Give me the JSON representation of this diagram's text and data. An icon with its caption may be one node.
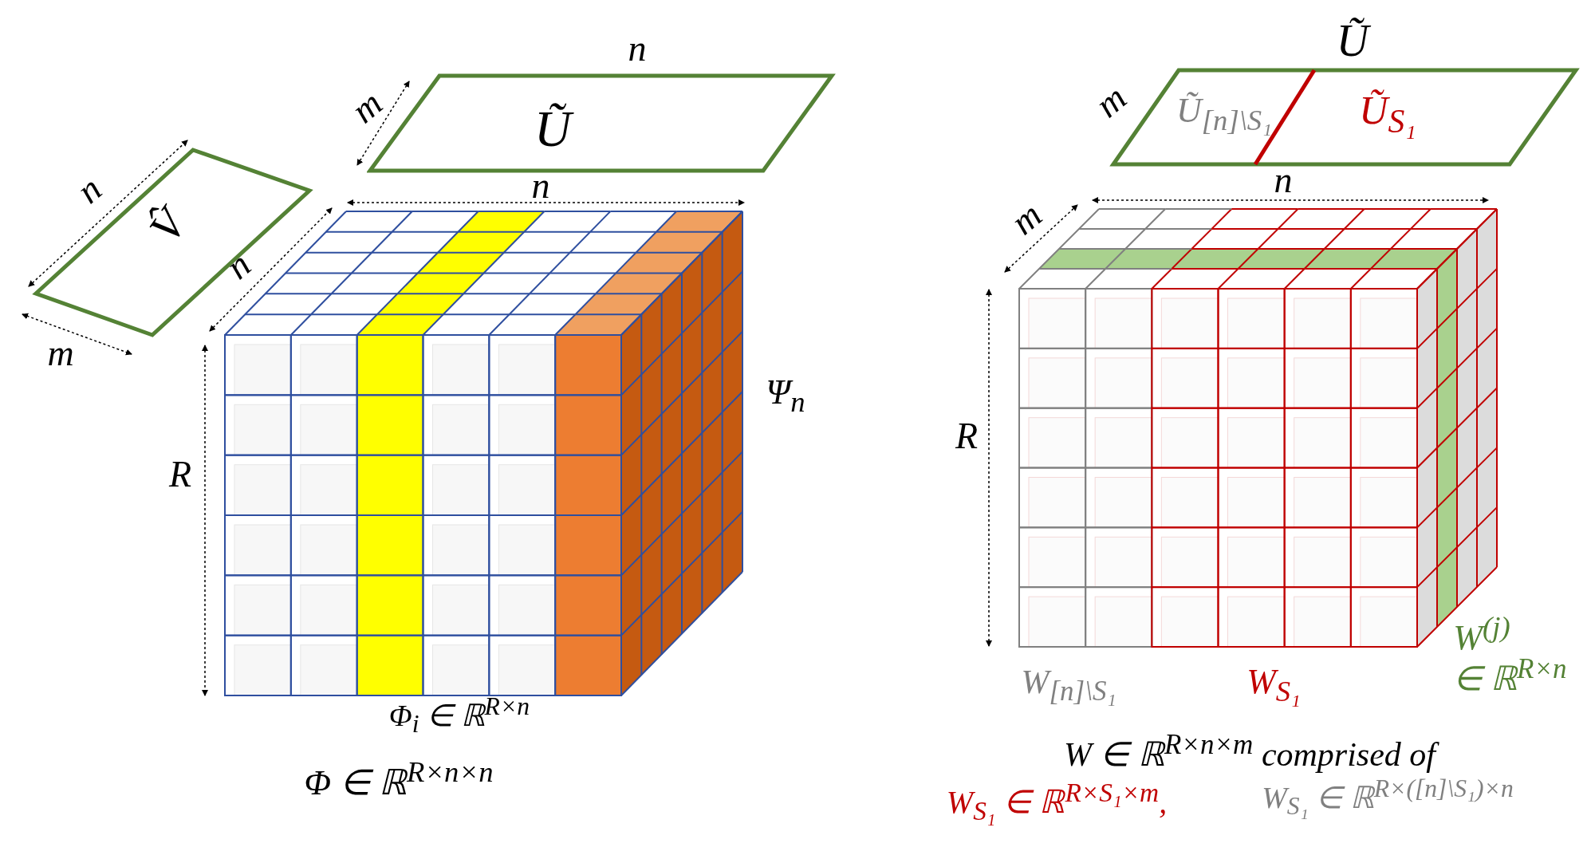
{
  "diagram": {
    "nodes": [
      {
        "text": [
          "V̂"
        ]
      },
      {
        "text": [
          "Ũ"
        ]
      },
      {
        "text": [
          "Ũ"
        ]
      },
      {
        "text": [
          "Ũ$_{[n]\\S₁}$"
        ],
        "in": 2
      },
      {
        "text": [
          "Ũ$_{S₁}$"
        ],
        "in": 2
      }
    ],
    "labels": [
      "n",
      "m",
      "n",
      "n",
      "n",
      "m",
      "Ψ$_{n}$",
      "R",
      "Φ$_{i}$ ∈ ℝ$^{R×n}$",
      "Φ ∈ ℝ$^{R×n×n}$",
      "m",
      "n",
      "m",
      "R",
      "W$^{(j)}$",
      "W$_{[n]\\S₁}$",
      "W$_{S₁}$",
      "∈ ℝ$^{R×n}$",
      "W ∈ ℝ$^{R×n×m}$ comprised of",
      "W$_{S₁}$ ∈ ℝ$^{R×S₁×m}$,",
      "W$_{S₁}$ ∈ ℝ$^{R×([n]\\S₁)×n}$"
    ]
  }
}
